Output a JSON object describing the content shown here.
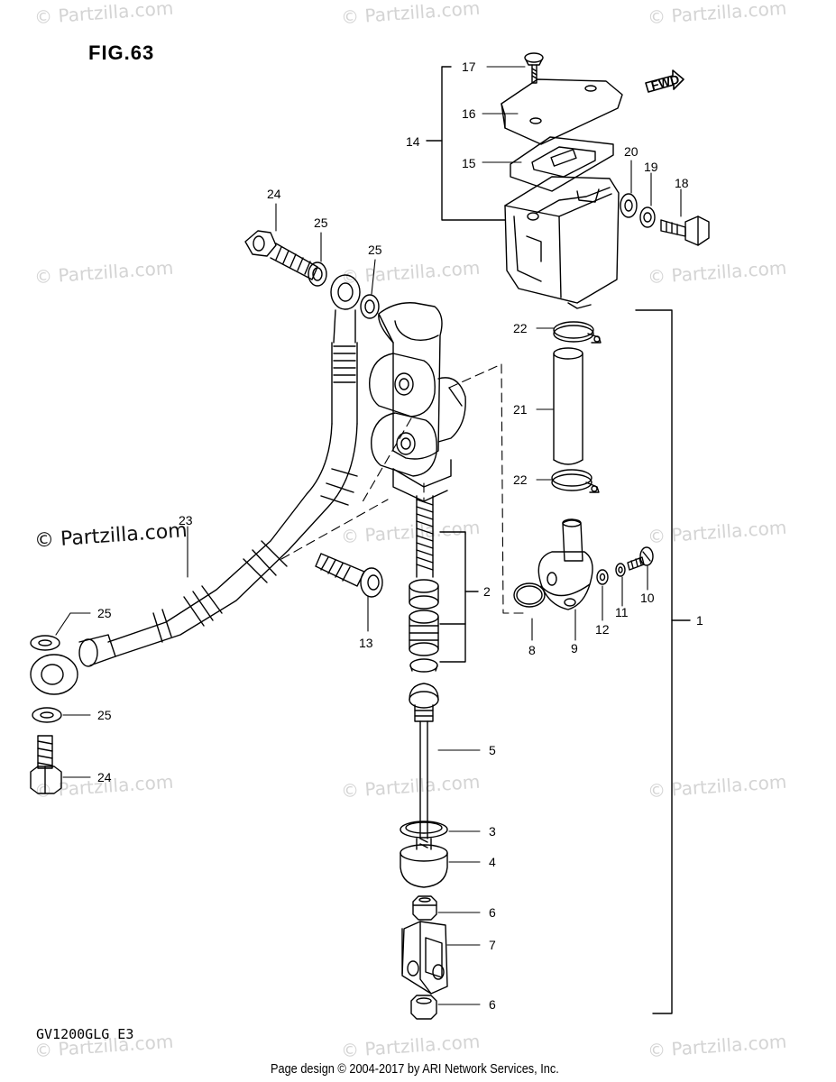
{
  "figure": {
    "title": "FIG.63",
    "model_code": "GV1200GLG  E3"
  },
  "footer": {
    "text": "Page design © 2004-2017 by ARI Network Services, Inc."
  },
  "watermark": {
    "text": "© Partzilla.com",
    "color": "#d4d4d4"
  },
  "fwd_label": "FWD",
  "callouts": {
    "c1": "1",
    "c2": "2",
    "c3": "3",
    "c4": "4",
    "c5": "5",
    "c6a": "6",
    "c6b": "6",
    "c7": "7",
    "c8": "8",
    "c9": "9",
    "c10": "10",
    "c11": "11",
    "c12": "12",
    "c13": "13",
    "c14": "14",
    "c15": "15",
    "c16": "16",
    "c17": "17",
    "c18": "18",
    "c19": "19",
    "c20": "20",
    "c21": "21",
    "c22a": "22",
    "c22b": "22",
    "c23": "23",
    "c24a": "24",
    "c24b": "24",
    "c25a": "25",
    "c25b": "25",
    "c25c": "25",
    "c25d": "25"
  }
}
